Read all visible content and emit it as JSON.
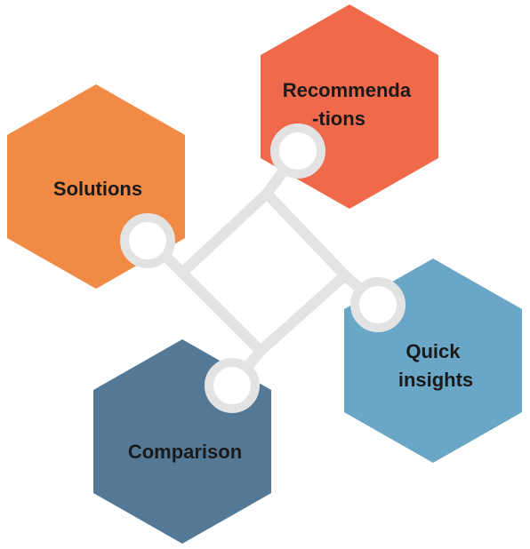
{
  "nodes": [
    {
      "id": "solutions",
      "label": [
        "Solutions"
      ],
      "color": "#f08a45"
    },
    {
      "id": "recommendations",
      "label": [
        "Recommenda",
        "-tions"
      ],
      "color": "#f0694a"
    },
    {
      "id": "quick-insights",
      "label": [
        "Quick",
        "insights"
      ],
      "color": "#6aa6c6"
    },
    {
      "id": "comparison",
      "label": [
        "Comparison"
      ],
      "color": "#537997"
    }
  ],
  "connector_color": "#e3e3e3"
}
